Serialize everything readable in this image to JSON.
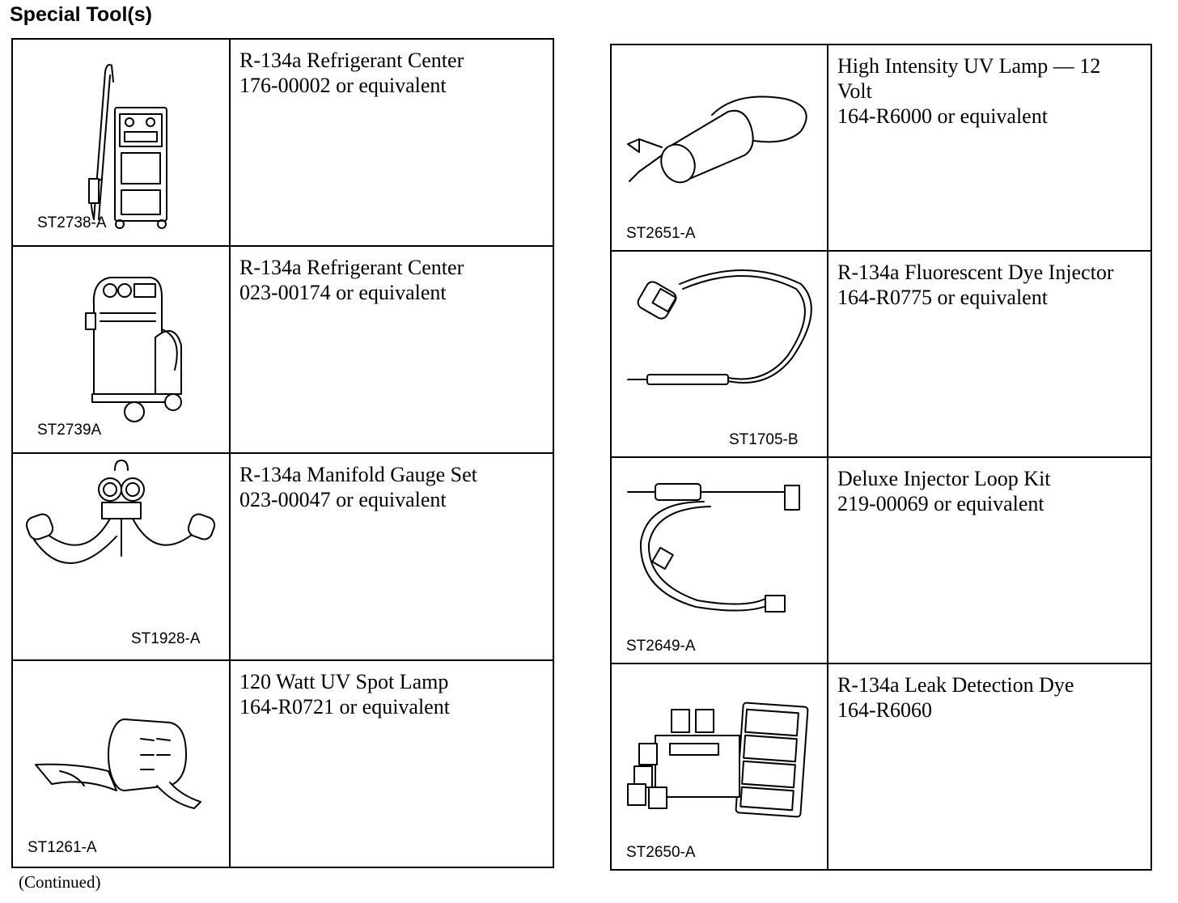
{
  "page_title": "Special Tool(s)",
  "footer_note": "(Continued)",
  "left_tools": [
    {
      "code": "ST2738-A",
      "icon": "refrigerant-center-cart-icon",
      "lines": [
        "R-134a Refrigerant Center",
        "176-00002 or equivalent"
      ]
    },
    {
      "code": "ST2739A",
      "icon": "refrigerant-center-station-icon",
      "lines": [
        "R-134a Refrigerant Center",
        "023-00174 or equivalent"
      ]
    },
    {
      "code": "ST1928-A",
      "icon": "manifold-gauge-set-icon",
      "lines": [
        "R-134a Manifold Gauge Set",
        "023-00047 or equivalent"
      ]
    },
    {
      "code": "ST1261-A",
      "icon": "uv-spot-lamp-icon",
      "lines": [
        "120 Watt UV Spot Lamp",
        "164-R0721 or equivalent"
      ]
    }
  ],
  "right_tools": [
    {
      "code": "ST2651-A",
      "icon": "uv-lamp-12-volt-icon",
      "lines": [
        "High Intensity UV Lamp — 12",
        "Volt",
        "164-R6000 or equivalent"
      ]
    },
    {
      "code": "ST1705-B",
      "icon": "dye-injector-icon",
      "lines": [
        "R-134a Fluorescent Dye Injector",
        "164-R0775 or equivalent"
      ]
    },
    {
      "code": "ST2649-A",
      "icon": "injector-loop-kit-icon",
      "lines": [
        "Deluxe Injector Loop Kit",
        "219-00069 or equivalent"
      ]
    },
    {
      "code": "ST2650-A",
      "icon": "leak-detection-dye-kit-icon",
      "lines": [
        "R-134a Leak Detection Dye",
        "164-R6060"
      ]
    }
  ]
}
